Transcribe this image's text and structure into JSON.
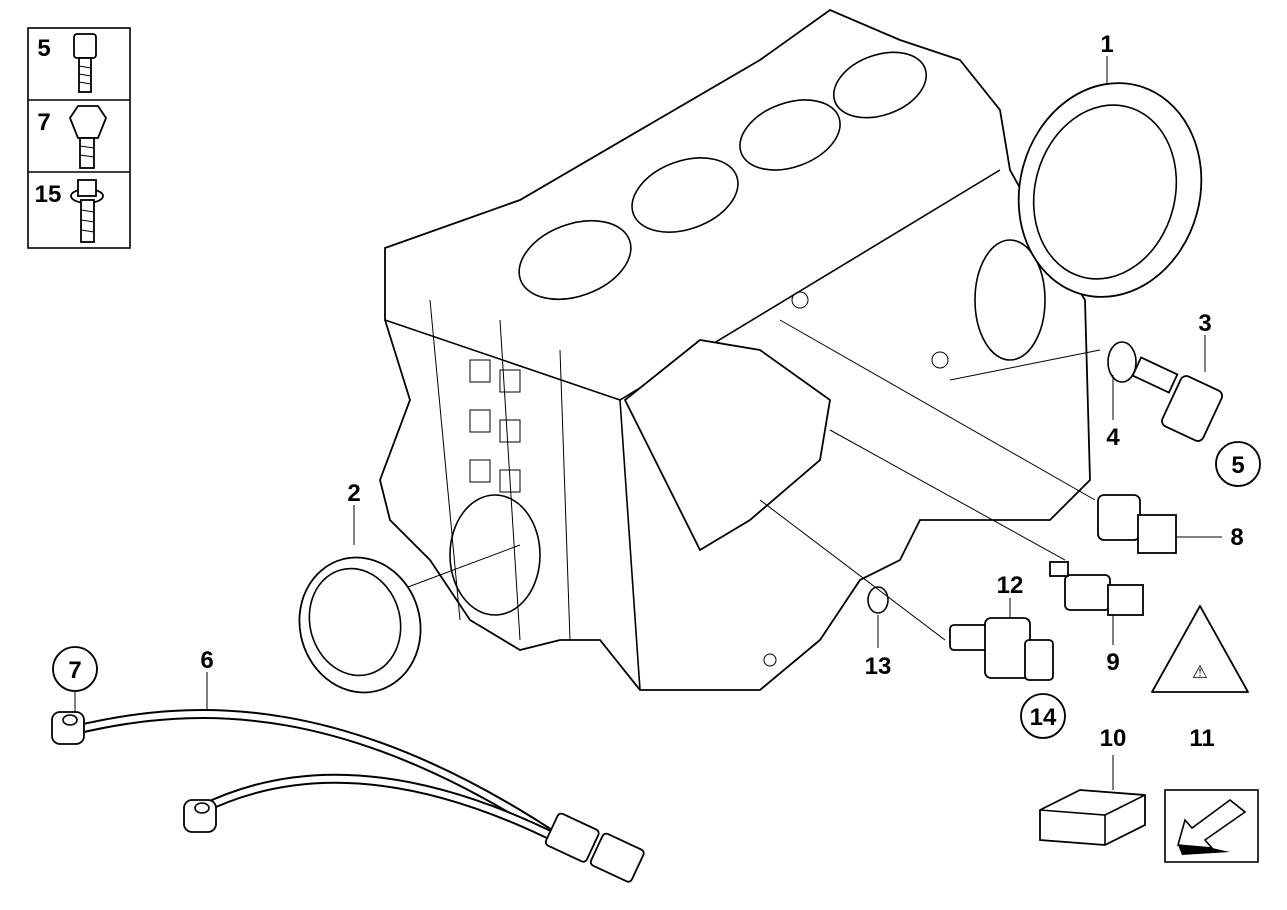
{
  "legend": {
    "rows": [
      {
        "label": "5",
        "icon": "socket-head-bolt"
      },
      {
        "label": "7",
        "icon": "hex-head-bolt"
      },
      {
        "label": "15",
        "icon": "flange-bolt"
      }
    ]
  },
  "callouts": {
    "c1": "1",
    "c2": "2",
    "c3": "3",
    "c4": "4",
    "c5": "5",
    "c6": "6",
    "c7": "7",
    "c8": "8",
    "c9": "9",
    "c10": "10",
    "c11": "11",
    "c12": "12",
    "c13": "13",
    "c14": "14"
  }
}
